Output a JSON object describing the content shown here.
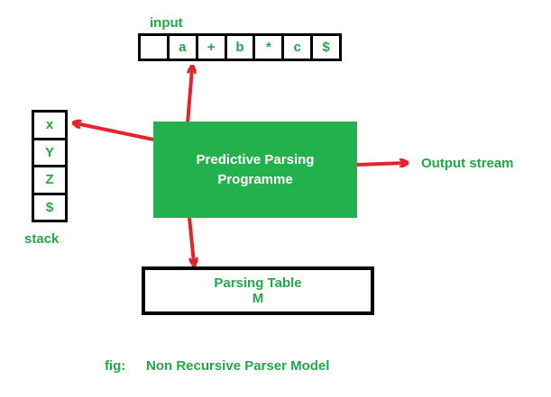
{
  "input": {
    "label": "input",
    "cells": [
      "",
      "a",
      "+",
      "b",
      "*",
      "c",
      "$"
    ]
  },
  "stack": {
    "label": "stack",
    "cells": [
      "x",
      "Y",
      "Z",
      "$"
    ]
  },
  "program": {
    "label": "Predictive Parsing Programme"
  },
  "output": {
    "label": "Output stream"
  },
  "parsing_table": {
    "line1": "Parsing Table",
    "line2": "M"
  },
  "caption": {
    "prefix": "fig:",
    "text": "Non Recursive Parser Model"
  },
  "colors": {
    "green_box": "#22b14c",
    "green_text": "#22a946",
    "arrow": "#e3242b",
    "border": "#000000"
  }
}
